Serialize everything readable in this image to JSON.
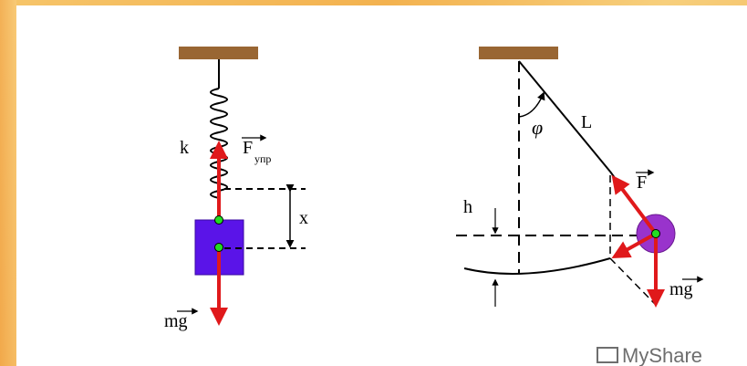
{
  "spring_system": {
    "labels": {
      "k": "k",
      "force": "F",
      "force_sub": "упр",
      "x": "x",
      "weight": "mg"
    }
  },
  "pendulum_system": {
    "labels": {
      "angle": "φ",
      "length": "L",
      "force": "F",
      "height": "h",
      "weight": "mg"
    }
  },
  "watermark": {
    "text": "MyShare"
  },
  "colors": {
    "support": "#996633",
    "block": "#5a14e8",
    "bob": "#9933cc",
    "vector": "#e0191b",
    "point": "#22dd22"
  }
}
